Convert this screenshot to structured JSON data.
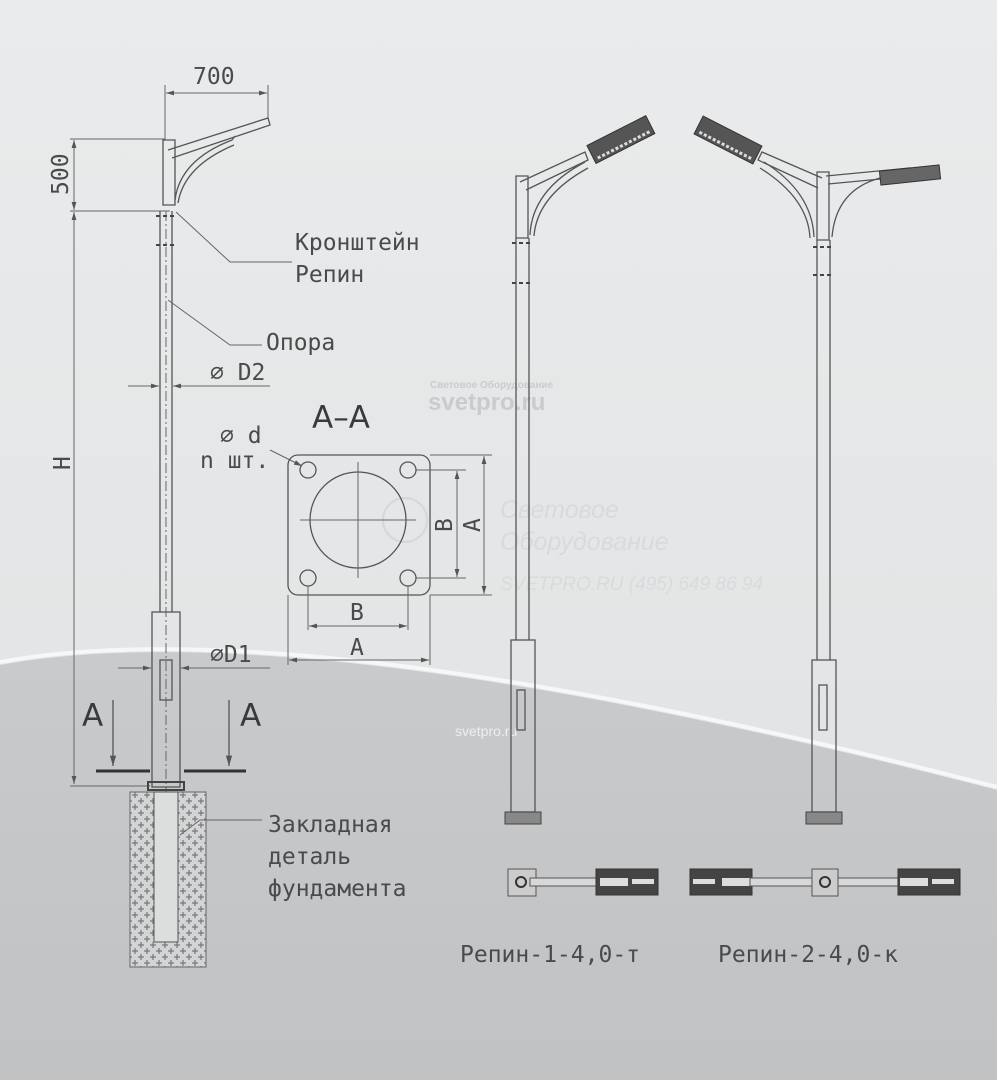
{
  "dimensions": {
    "arm_reach": "700",
    "bracket_height": "500",
    "total_height": "H",
    "top_diameter": "⌀ D2",
    "bottom_diameter": "⌀D1",
    "hole_diameter": "⌀ d",
    "hole_count": "n шт.",
    "plate_outer": "A",
    "plate_bolt": "B"
  },
  "labels": {
    "bracket_line1": "Кронштейн",
    "bracket_line2": "Репин",
    "pole": "Опора",
    "foundation_line1": "Закладная",
    "foundation_line2": "деталь",
    "foundation_line3": "фундамента",
    "section_title": "А–А",
    "section_mark": "А"
  },
  "models": [
    {
      "name": "Репин-1-4,0-т"
    },
    {
      "name": "Репин-2-4,0-к"
    }
  ],
  "watermarks": {
    "brand_small": "Световое Оборудование",
    "brand_site": "svetpro.ru",
    "center_line1": "Световое",
    "center_line2": "Оборудование",
    "center_contact": "SVETPRO.RU (495) 649 86 94",
    "bottom_site": "svetpro.ru"
  },
  "colors": {
    "background_top": "#e6e8e9",
    "background_bottom": "#c5c7c9",
    "line": "#555555"
  }
}
